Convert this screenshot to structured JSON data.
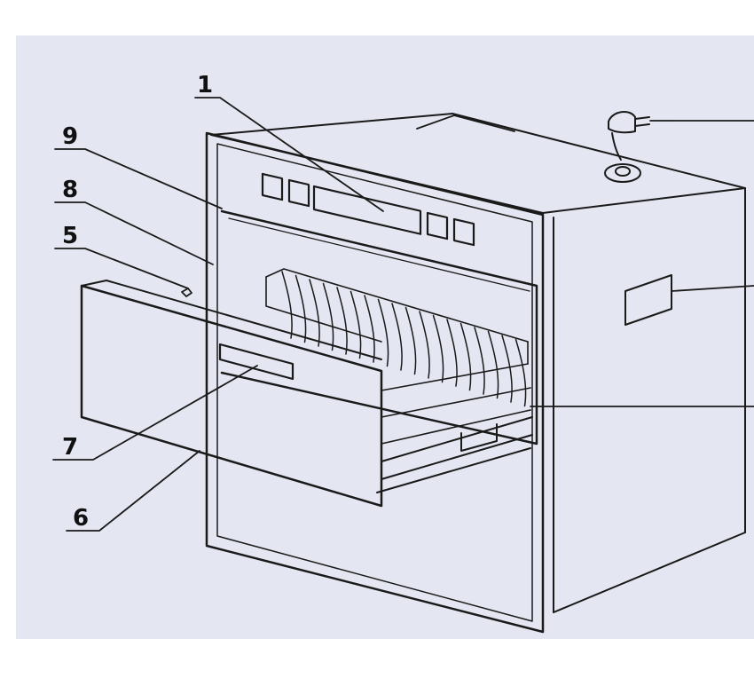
{
  "diagram": {
    "callouts": [
      {
        "id": "1",
        "label": "1"
      },
      {
        "id": "9",
        "label": "9"
      },
      {
        "id": "8",
        "label": "8"
      },
      {
        "id": "5",
        "label": "5"
      },
      {
        "id": "7",
        "label": "7"
      },
      {
        "id": "6",
        "label": "6"
      }
    ],
    "colors": {
      "paper": "#e4e6f1",
      "outside": "#ffffff",
      "line": "#1a1a1a"
    }
  }
}
